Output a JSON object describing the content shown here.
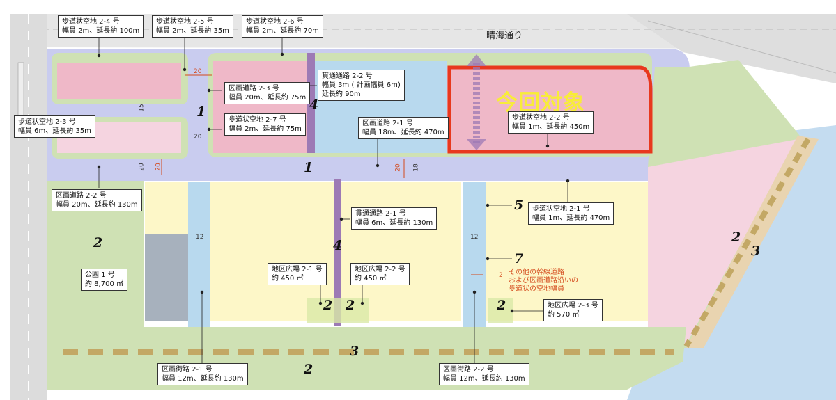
{
  "colors": {
    "road": "#c9ccef",
    "pedestrian_space": "#b8d9ee",
    "block_pink": "#efb8c8",
    "block_light_pink": "#f5d4e0",
    "block_yellow": "#fdf7c8",
    "park_green": "#cfe1b4",
    "lot_gray": "#a7b1bd",
    "through_passage": "#9d7ab5",
    "target_outline": "#e8381e",
    "target_text": "#f8ec3a",
    "water": "#c4dcf0"
  },
  "street_name": "晴海通り",
  "target_label": "今回対象",
  "labels": [
    {
      "id": "sidewalk-2-4",
      "line1": "歩道状空地 2-4 号",
      "line2": "幅員 2m、延長約 100m"
    },
    {
      "id": "sidewalk-2-5",
      "line1": "歩道状空地 2-5 号",
      "line2": "幅員 2m、延長約 35m"
    },
    {
      "id": "sidewalk-2-6",
      "line1": "歩道状空地 2-6 号",
      "line2": "幅員 2m、延長約 70m"
    },
    {
      "id": "district-road-2-3",
      "line1": "区画道路 2-3 号",
      "line2": "幅員 20m、延長約 75m"
    },
    {
      "id": "through-passage-2-2",
      "line1": "貫通通路 2-2 号",
      "line2": "幅員 3m ( 計画幅員 6m)",
      "line3": "延長約 90m"
    },
    {
      "id": "sidewalk-2-7",
      "line1": "歩道状空地 2-7 号",
      "line2": "幅員 2m、延長約 75m"
    },
    {
      "id": "district-road-2-1",
      "line1": "区画道路 2-1 号",
      "line2": "幅員 18m、延長約 470m"
    },
    {
      "id": "sidewalk-2-2",
      "line1": "歩道状空地 2-2 号",
      "line2": "幅員 1m、延長約 450m"
    },
    {
      "id": "sidewalk-2-3",
      "line1": "歩道状空地 2-3 号",
      "line2": "幅員 6m、延長約 35m"
    },
    {
      "id": "district-road-2-2",
      "line1": "区画道路 2-2 号",
      "line2": "幅員 20m、延長約 130m"
    },
    {
      "id": "through-passage-2-1",
      "line1": "貫通通路 2-1 号",
      "line2": "幅員 6m、延長約 130m"
    },
    {
      "id": "sidewalk-2-1",
      "line1": "歩道状空地 2-1 号",
      "line2": "幅員 1m、延長約 470m"
    },
    {
      "id": "park-1",
      "line1": "公園 1 号",
      "line2": "約 8,700 ㎡"
    },
    {
      "id": "plaza-2-1",
      "line1": "地区広場 2-1 号",
      "line2": "約 450 ㎡"
    },
    {
      "id": "plaza-2-2",
      "line1": "地区広場 2-2 号",
      "line2": "約 450 ㎡"
    },
    {
      "id": "plaza-2-3",
      "line1": "地区広場 2-3 号",
      "line2": "約 570 ㎡"
    },
    {
      "id": "street-2-1",
      "line1": "区画街路 2-1 号",
      "line2": "幅員 12m、延長約 130m"
    },
    {
      "id": "street-2-2",
      "line1": "区画街路 2-2 号",
      "line2": "幅員 12m、延長約 130m"
    }
  ],
  "other_note": {
    "line1": "その他の幹線道路",
    "line2": "および区画道路沿いの",
    "line3": "歩道状の空地幅員"
  },
  "markers": {
    "m1a": "1",
    "m1b": "1",
    "m2a": "2",
    "m2b": "2",
    "m2c": "2",
    "m2d": "2",
    "m2e": "2",
    "m2f": "2",
    "m3a": "3",
    "m3b": "3",
    "m4a": "4",
    "m4b": "4",
    "m5": "5",
    "m7": "7"
  },
  "dimensions": {
    "d20a": "20",
    "d15": "15",
    "d20b": "20",
    "d20c": "20",
    "d20d": "20",
    "d20e": "20",
    "d18": "18",
    "d12a": "12",
    "d12b": "12",
    "d2": "2"
  }
}
